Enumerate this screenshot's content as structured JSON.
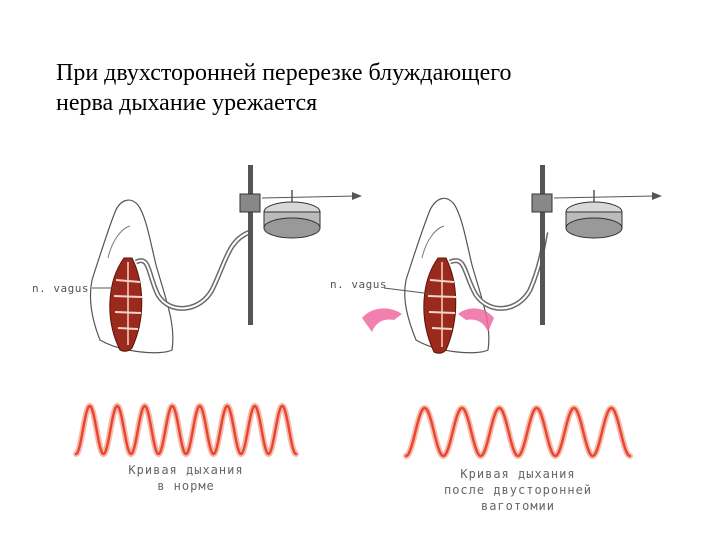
{
  "title": {
    "line1": "При двухсторонней перерезке блуждающего",
    "line2": "нерва дыхание урежается"
  },
  "left_panel": {
    "nerve_label": "n. vagus",
    "caption_line1": "Кривая дыхания",
    "caption_line2": "в норме",
    "curve_cycles": 8
  },
  "right_panel": {
    "nerve_label": "n. vagus",
    "caption_line1": "Кривая дыхания",
    "caption_line2": "после двусторонней",
    "caption_line3": "ваготомии",
    "curve_cycles": 6
  },
  "colors": {
    "curve": "#e8452c",
    "curve_glow": "#f7b9ae",
    "organ": "#9c2a1c",
    "organ_light": "#c94a34",
    "cut_marker": "#f06aa0",
    "apparatus": "#444444"
  }
}
